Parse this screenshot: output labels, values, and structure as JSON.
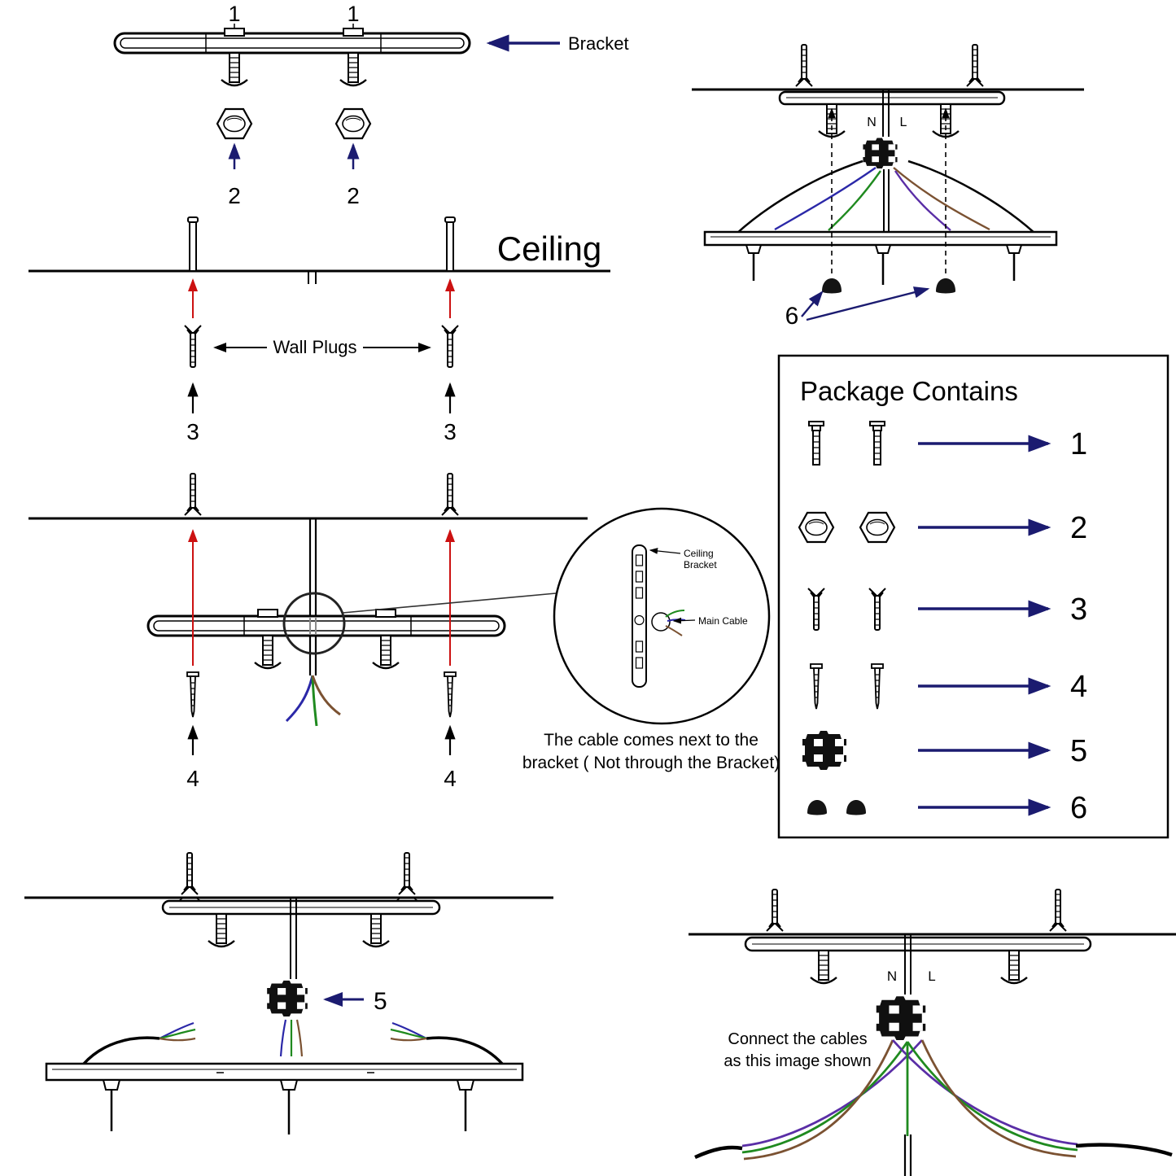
{
  "colors": {
    "arrow_navy": "#1b1b70",
    "arrow_red": "#cc1111",
    "wire_blue": "#2b28a8",
    "wire_purple": "#5a2ea6",
    "wire_green": "#1f8a1f",
    "wire_brown": "#7b5232"
  },
  "labels": {
    "bracket": "Bracket",
    "ceiling": "Ceiling",
    "wall_plugs": "Wall Plugs",
    "neutral": "N",
    "live": "L"
  },
  "callouts": {
    "c1": "1",
    "c2": "2",
    "c3": "3",
    "c4": "4",
    "c5": "5",
    "c6": "6"
  },
  "detail_view": {
    "ceiling_bracket_line1": "Ceiling",
    "ceiling_bracket_line2": "Bracket",
    "main_cable": "Main Cable",
    "note_line1": "The cable comes next to the",
    "note_line2": "bracket ( Not through the Bracket)"
  },
  "package_box": {
    "title": "Package Contains",
    "items": [
      {
        "num": "1",
        "icon": "machine-screw-pair-icon"
      },
      {
        "num": "2",
        "icon": "hex-nut-pair-icon"
      },
      {
        "num": "3",
        "icon": "wall-plug-pair-icon"
      },
      {
        "num": "4",
        "icon": "wood-screw-pair-icon"
      },
      {
        "num": "5",
        "icon": "terminal-block-icon"
      },
      {
        "num": "6",
        "icon": "end-cap-pair-icon"
      }
    ]
  },
  "wiring_note": {
    "line1": "Connect the cables",
    "line2": "as this image shown"
  }
}
